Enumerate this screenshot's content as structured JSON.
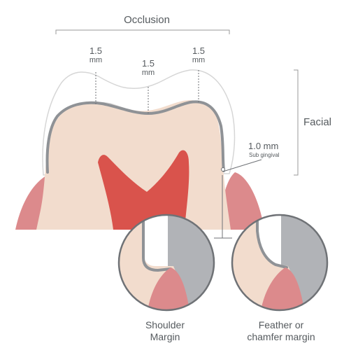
{
  "labels": {
    "occlusion": "Occlusion",
    "facial": "Facial",
    "measure_left_value": "1.5",
    "measure_left_unit": "mm",
    "measure_center_value": "1.5",
    "measure_center_unit": "mm",
    "measure_right_value": "1.5",
    "measure_right_unit": "mm",
    "margin_depth_value": "1.0 mm",
    "margin_depth_note": "Sub gingival",
    "shoulder_line1": "Shoulder",
    "shoulder_line2": "Margin",
    "feather_line1": "Feather or",
    "feather_line2": "chamfer margin"
  },
  "colors": {
    "gingiva": "#dc8a8c",
    "dentin": "#f2dccd",
    "pulp": "#d9534c",
    "prep_line": "#8f9296",
    "restoration": "#ffffff",
    "restoration_outline": "#d6d6d6",
    "metal_gray": "#b1b3b7",
    "text": "#555a5e",
    "guide_line": "#9a9a9a"
  }
}
